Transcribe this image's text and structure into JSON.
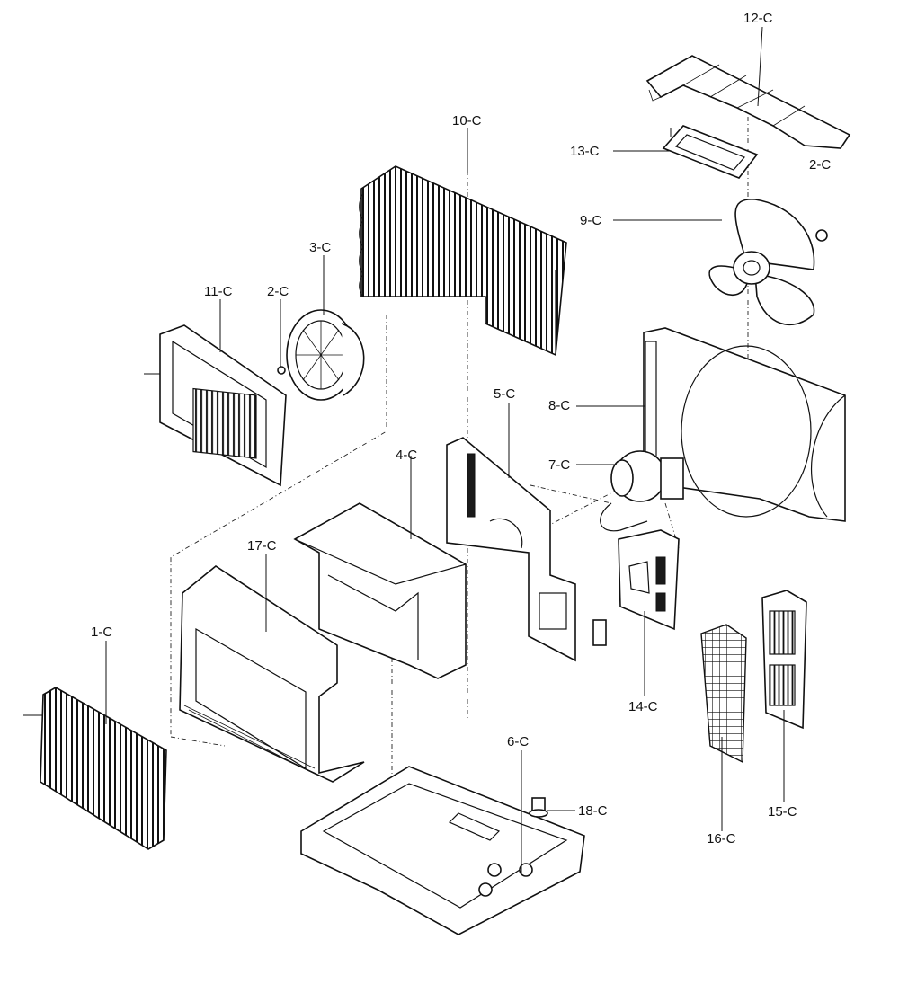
{
  "diagram": {
    "part_labels": {
      "p1": "1-C",
      "p2a": "2-C",
      "p2b": "2-C",
      "p3": "3-C",
      "p4": "4-C",
      "p5": "5-C",
      "p6": "6-C",
      "p7": "7-C",
      "p8": "8-C",
      "p9": "9-C",
      "p10": "10-C",
      "p11": "11-C",
      "p12": "12-C",
      "p13": "13-C",
      "p14": "14-C",
      "p15": "15-C",
      "p16": "16-C",
      "p17": "17-C",
      "p18": "18-C"
    }
  }
}
